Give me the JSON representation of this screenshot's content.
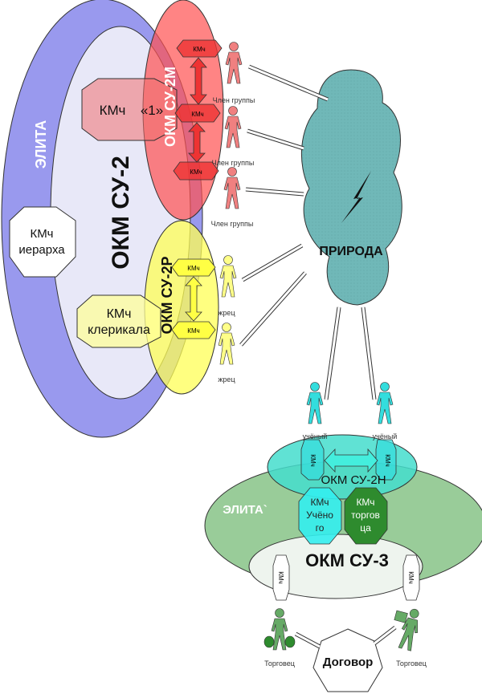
{
  "colors": {
    "elite_outer": "#9999ee",
    "elite_inner": "#e8e8f8",
    "okm_2m": "#ff6666",
    "okm_2r": "#ffff66",
    "nature": "#70b8b8",
    "elite2_outer": "#99cc99",
    "okm_2n": "#44ddcc",
    "okm_3": "#eef4ee",
    "member_red": "#f08080",
    "priest_yellow": "#ffff88",
    "scientist_cyan": "#33dddd",
    "trader_green": "#66aa66",
    "kmc_trader": "#2e8b2e"
  },
  "labels": {
    "elite": "ЭЛИТА",
    "okm_su2": "ОКМ СУ-2",
    "okm_su2m": "ОКМ СУ-2М",
    "okm_su2r": "ОКМ СУ-2Р",
    "nature": "ПРИРОДА",
    "elite2": "ЭЛИТА`",
    "okm_su2n": "ОКМ СУ-2Н",
    "okm_su3": "ОКМ СУ-3",
    "contract": "Договор"
  },
  "kmc": {
    "short": "КМч",
    "leader_line1": "КМч",
    "leader_line2": "«1»",
    "hierarch_line1": "КМч",
    "hierarch_line2": "иерарха",
    "cleric_line1": "КМч",
    "cleric_line2": "клерикала",
    "scientist_lines": [
      "КМч",
      "Учёно",
      "го"
    ],
    "trader_lines": [
      "КМч",
      "торгов",
      "ца"
    ]
  },
  "figures": {
    "members": [
      "Член группы",
      "Член группы",
      "Член группы"
    ],
    "priests": [
      "жрец",
      "жрец"
    ],
    "scientists": [
      "учёный",
      "учёный"
    ],
    "traders": [
      "Торговец",
      "Торговец"
    ]
  }
}
